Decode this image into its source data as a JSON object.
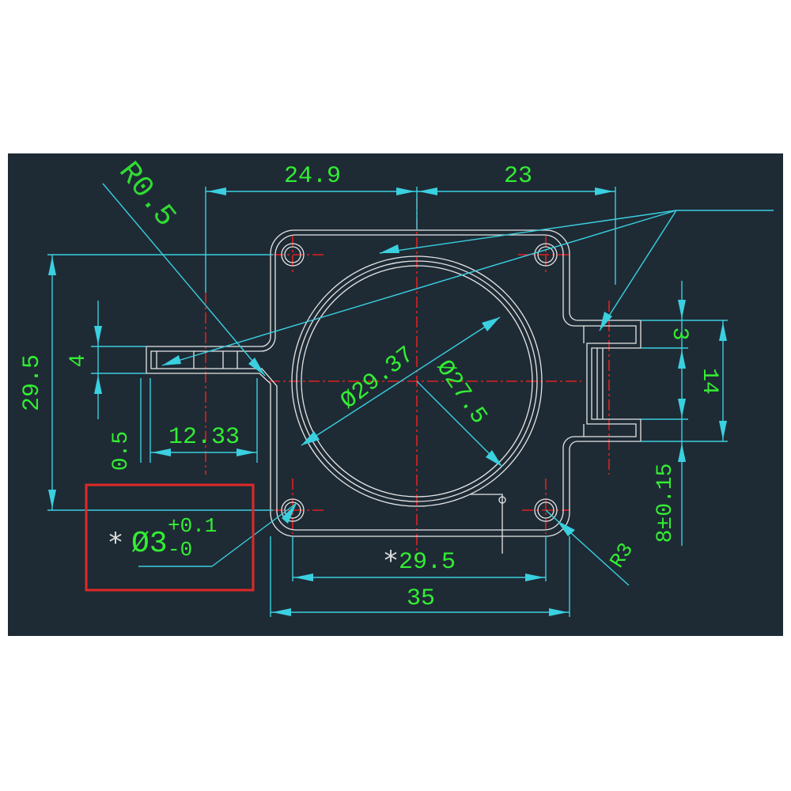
{
  "dimensions": {
    "top_left_width": "24.9",
    "top_right_width": "23",
    "fillet_radius": "R0.5",
    "overall_height": "29.5",
    "slot_height_left": "4",
    "slot_gap_left": "0.5",
    "slot_length_left": "12.33",
    "outer_diameter": "Ø29.37",
    "inner_diameter": "Ø27.5",
    "slot_width_right": "3",
    "slot_span_right": "14",
    "slot_pos_right": "8±0.15",
    "corner_radius": "R3",
    "hole_spacing": "29.5",
    "overall_width": "35"
  },
  "hole_callout": {
    "star": "*",
    "diameter": "Ø3",
    "tol_upper": "+0.1",
    "tol_lower": "-0"
  },
  "hole_spacing_star": "*",
  "colors": {
    "background": "#1e2b35",
    "outline": "#e6e6e6",
    "dimension_line": "#3ad0e0",
    "text": "#33ee33",
    "centerline": "#e02020",
    "callout_box": "#e02828"
  }
}
